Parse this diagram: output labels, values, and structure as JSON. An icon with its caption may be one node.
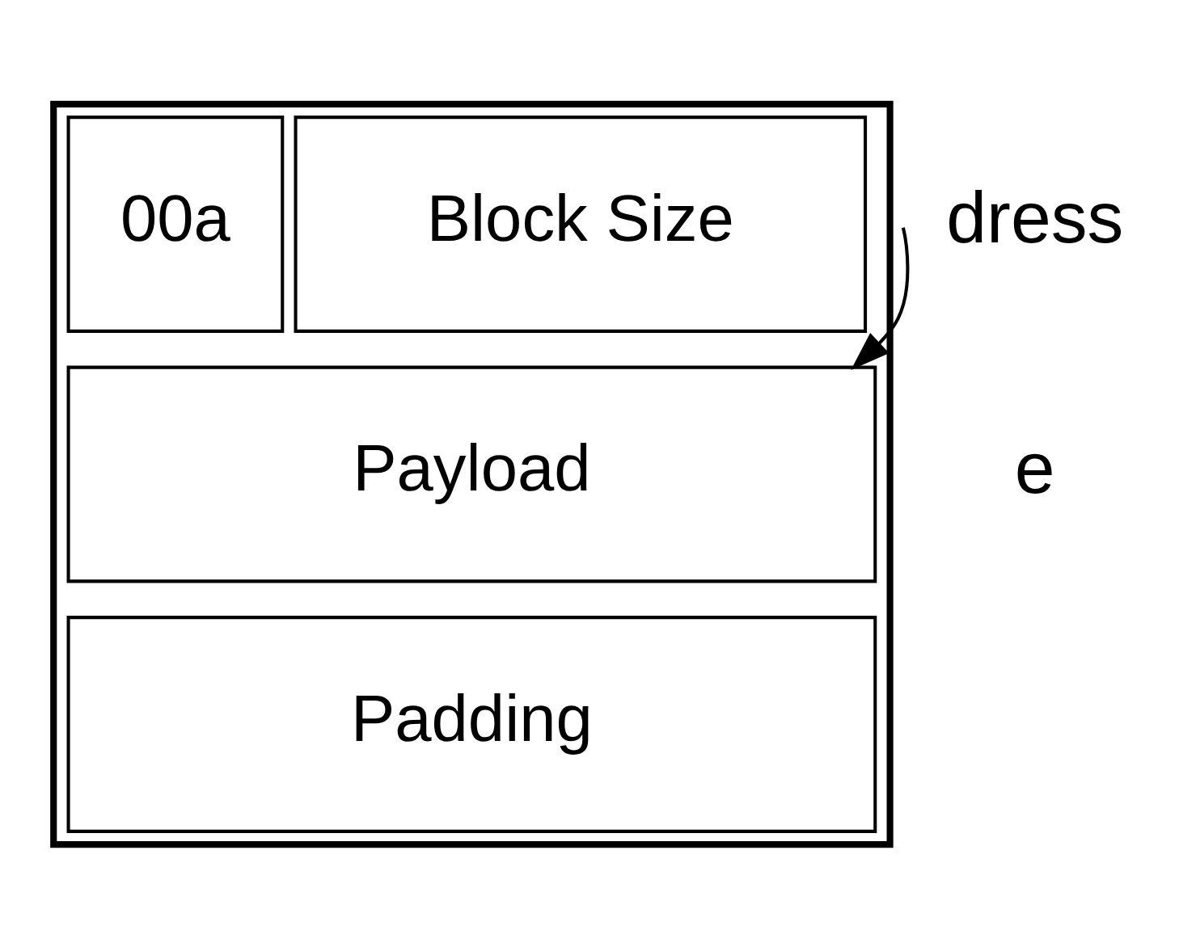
{
  "diagram": {
    "nodes": [
      {
        "text": [],
        "shape": "box"
      },
      {
        "text": [
          "Block Size"
        ],
        "in": 0
      },
      {
        "text": [
          "00a"
        ],
        "in": 0
      },
      {
        "text": [
          "Payload"
        ],
        "in": 0
      },
      {
        "text": [
          "Padding"
        ],
        "in": 0
      }
    ],
    "edges": [
      {
        "from": null,
        "to": 3,
        "arrow": "to"
      }
    ],
    "labels": [
      "dress",
      "e"
    ]
  }
}
